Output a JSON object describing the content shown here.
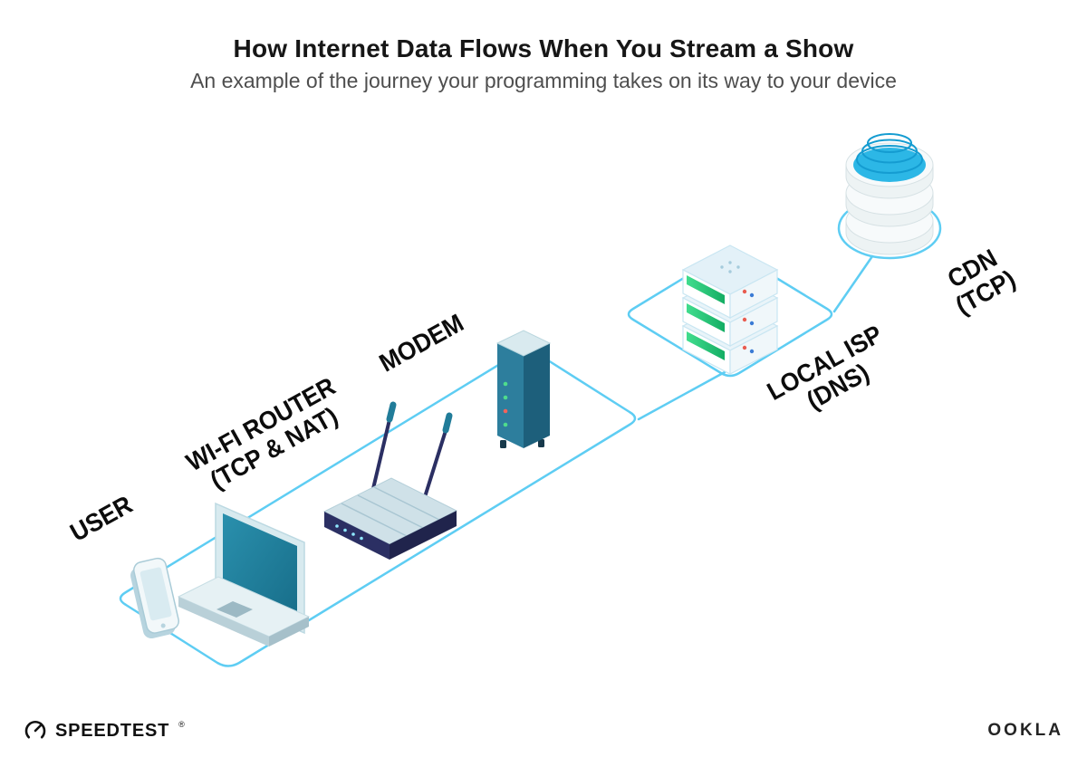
{
  "header": {
    "title": "How Internet Data Flows When You Stream a Show",
    "subtitle": "An example of the journey your programming takes on its way to your device"
  },
  "diagram": {
    "nodes": [
      {
        "id": "user",
        "label": "USER",
        "sub": ""
      },
      {
        "id": "wifi-router",
        "label": "WI-FI ROUTER",
        "sub": "(TCP & NAT)"
      },
      {
        "id": "modem",
        "label": "MODEM",
        "sub": ""
      },
      {
        "id": "local-isp",
        "label": "LOCAL ISP",
        "sub": "(DNS)"
      },
      {
        "id": "cdn",
        "label": "CDN",
        "sub": "(TCP)"
      }
    ],
    "colors": {
      "connection_line": "#5ecdf3",
      "screen_teal": "#1e7e9a",
      "router_navy": "#2b2f63",
      "server_green": "#2ecc71",
      "cdn_cyan": "#2cb7e6"
    }
  },
  "footer": {
    "speedtest_label": "SPEEDTEST",
    "speedtest_mark": "®",
    "ookla_label": "OOKLA"
  }
}
